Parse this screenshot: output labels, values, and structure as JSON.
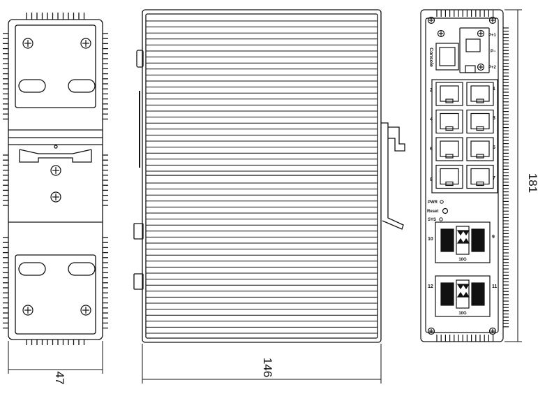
{
  "dimensions": {
    "width": "47",
    "length": "146",
    "height": "181"
  },
  "front_panel": {
    "console_label": "Console",
    "power_labels": [
      "P+1",
      "P−",
      "P+2"
    ],
    "port_numbers": [
      "1",
      "2",
      "3",
      "4",
      "5",
      "6",
      "7",
      "8"
    ],
    "pwr_label": "PWR",
    "reset_label": "Reset",
    "sys_label": "SYS",
    "sfp_ports": [
      {
        "left": "10",
        "right": "9",
        "speed": "10G"
      },
      {
        "left": "12",
        "right": "11",
        "speed": "10G"
      }
    ]
  }
}
